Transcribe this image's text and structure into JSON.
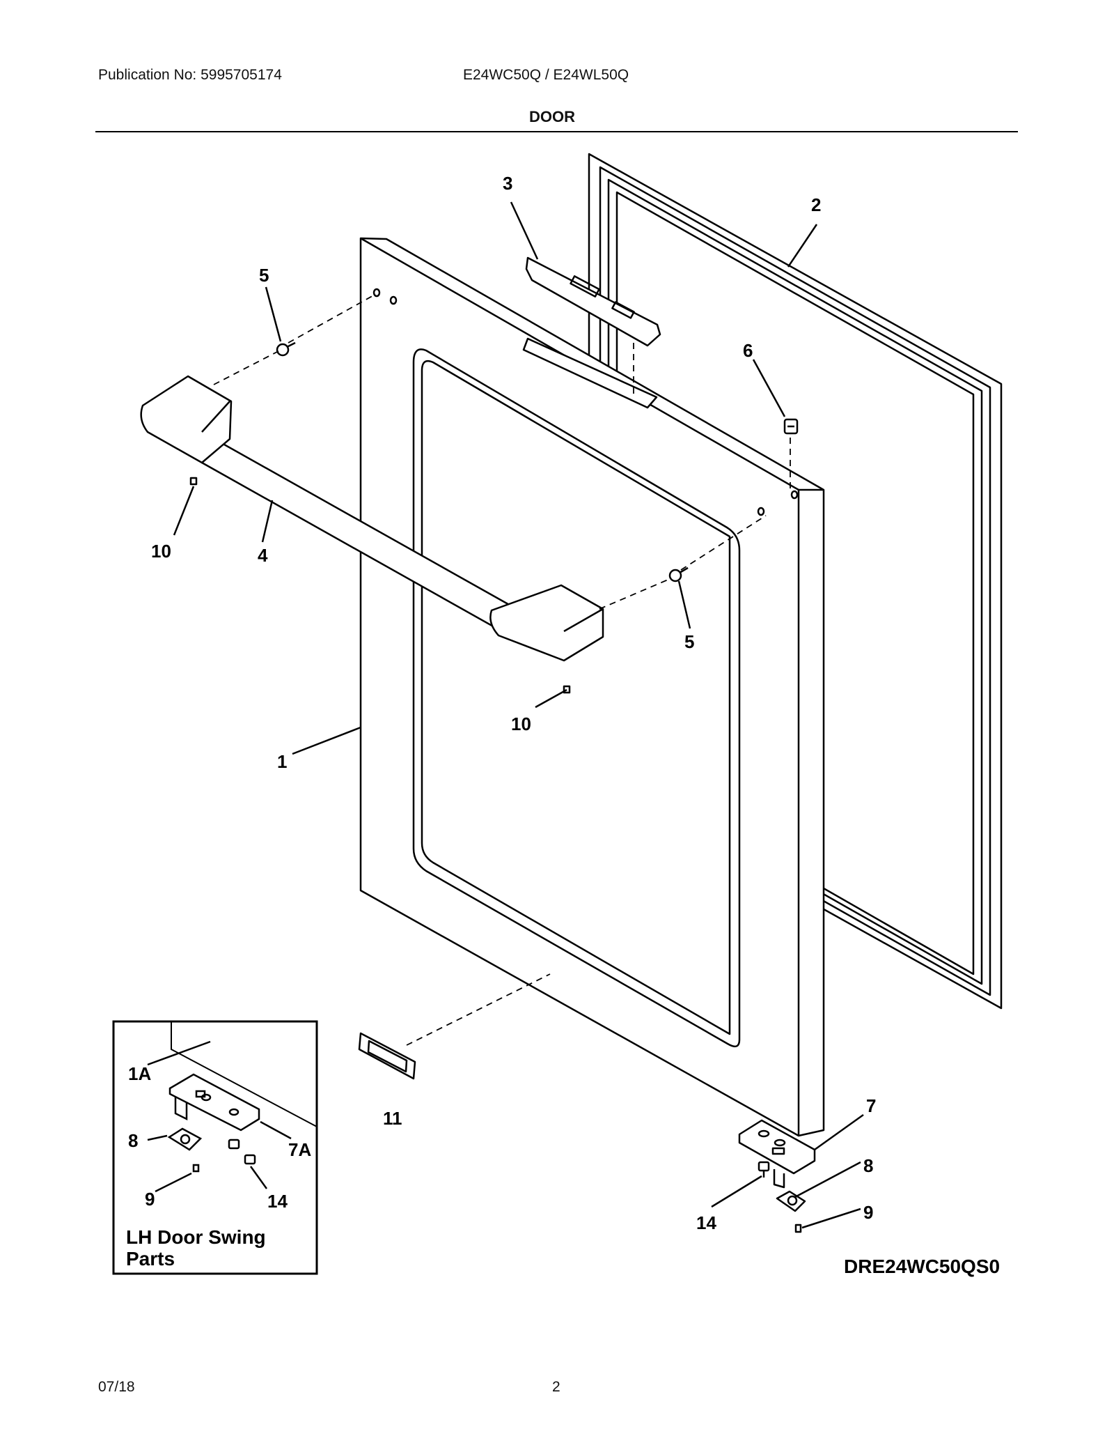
{
  "header": {
    "publication": "Publication No: 5995705174",
    "models": "E24WC50Q / E24WL50Q",
    "section_title": "DOOR"
  },
  "callouts": {
    "c1": "1",
    "c2": "2",
    "c3": "3",
    "c4": "4",
    "c5a": "5",
    "c5b": "5",
    "c6": "6",
    "c7": "7",
    "c8": "8",
    "c9": "9",
    "c10a": "10",
    "c10b": "10",
    "c11": "11",
    "c14": "14"
  },
  "inset": {
    "c1A": "1A",
    "c7A": "7A",
    "c8": "8",
    "c9": "9",
    "c14": "14",
    "title_line1": "LH Door Swing",
    "title_line2": "Parts"
  },
  "diagram_code": "DRE24WC50QS0",
  "footer": {
    "date": "07/18",
    "page": "2"
  }
}
